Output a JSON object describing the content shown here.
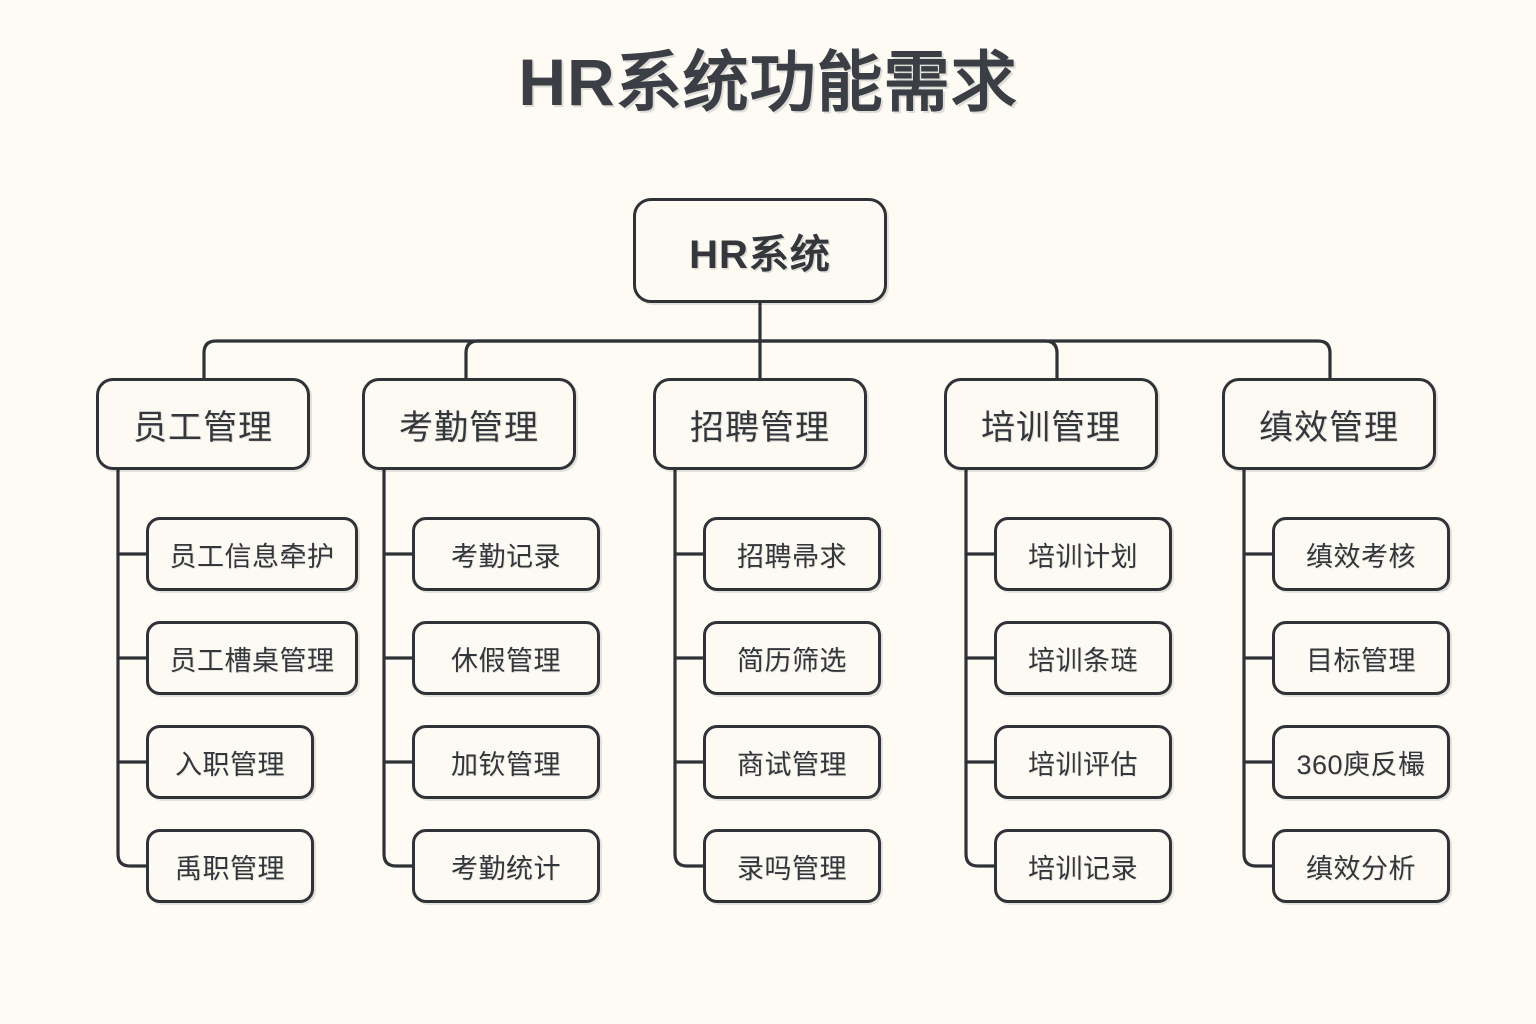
{
  "page": {
    "title": "HR系统功能需求",
    "background_color": "#fdfbf4",
    "ink_color": "#2f3237",
    "node_fill": "#fcfaf3"
  },
  "chart_data": {
    "type": "diagram",
    "diagram_kind": "org-chart-tree",
    "title": "HR系统功能需求",
    "orientation": "top-down, level-2 children listed vertically",
    "root": {
      "label": "HR系统"
    },
    "branches": [
      {
        "label": "员工管理",
        "children": [
          "员工信息牵护",
          "员工槽桌管理",
          "入职管理",
          "禹职管理"
        ]
      },
      {
        "label": "考勤管理",
        "children": [
          "考勤记录",
          "休假管理",
          "加钦管理",
          "考勤统计"
        ]
      },
      {
        "label": "招聘管理",
        "children": [
          "招聘帚求",
          "简历筛选",
          "商试管理",
          "录吗管理"
        ]
      },
      {
        "label": "培训管理",
        "children": [
          "培训计划",
          "培训条琏",
          "培训评估",
          "培训记录"
        ]
      },
      {
        "label": "缜效管理",
        "children": [
          "缜效考核",
          "目标管理",
          "360庾反樶",
          "缜效分析"
        ]
      }
    ]
  }
}
